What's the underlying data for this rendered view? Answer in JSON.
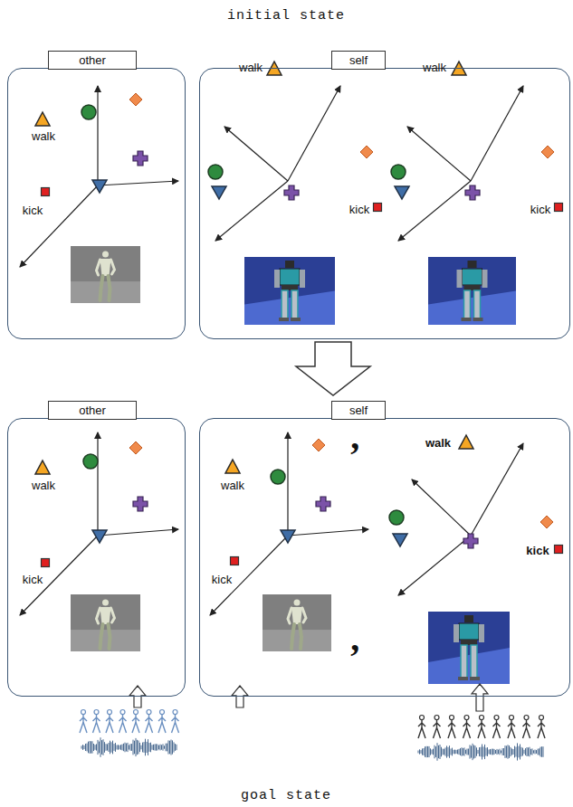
{
  "diagram": {
    "nodes": [
      {
        "text": [
          "other"
        ]
      },
      {
        "text": [
          "self"
        ]
      },
      {
        "text": [
          "other"
        ]
      },
      {
        "text": [
          "self"
        ]
      }
    ],
    "edges": [
      {
        "from": 1,
        "to": 3,
        "arrow": "to"
      }
    ],
    "labels": [
      "initial state",
      "walk",
      "kick",
      "walk",
      "kick",
      "walk",
      "kick",
      "walk",
      "kick",
      "walk",
      "kick",
      "’",
      "’",
      "walk",
      "kick",
      "goal state"
    ]
  }
}
